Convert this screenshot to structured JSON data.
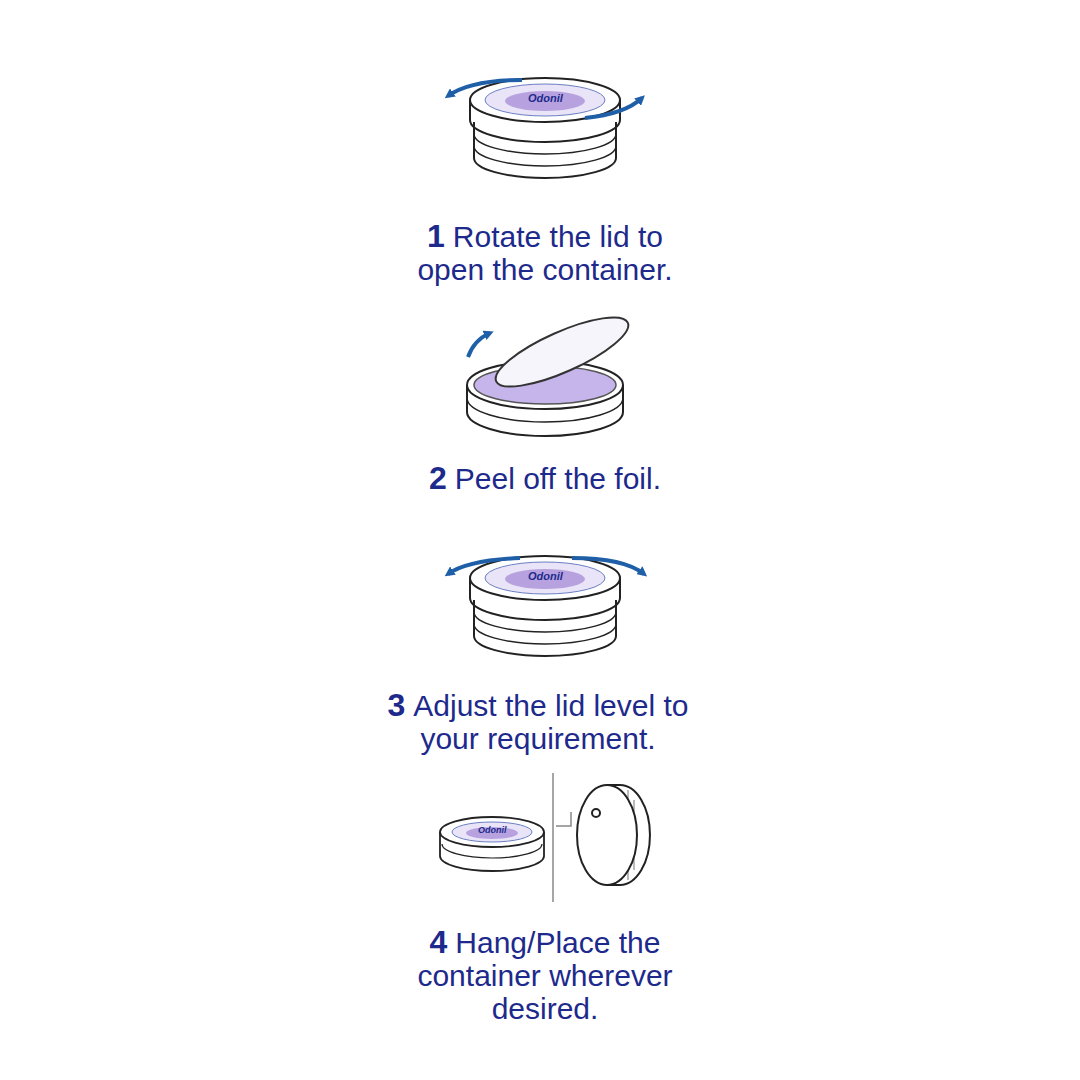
{
  "diagram": {
    "labels": [
      "Odonil",
      "1",
      "Rotate the lid to open the container.",
      "2",
      "Peel off the foil.",
      "Odonil",
      "3",
      "Adjust the lid level to your requirement.",
      "Odonil",
      "4",
      "Hang/Place the container wherever desired."
    ]
  }
}
